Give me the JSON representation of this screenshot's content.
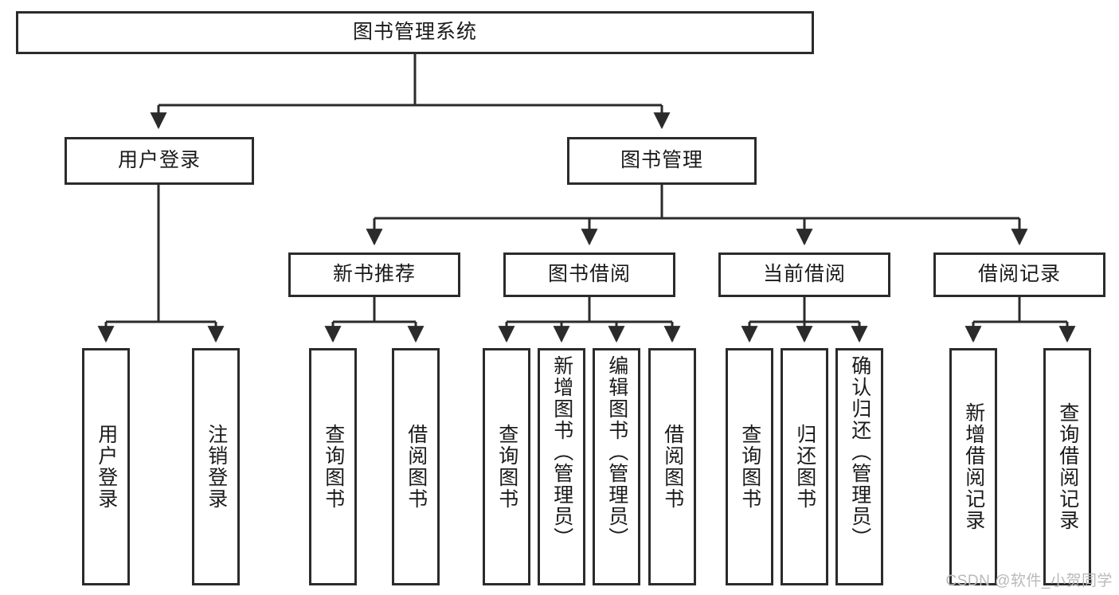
{
  "diagram": {
    "type": "hierarchy-tree",
    "title": "图书管理系统",
    "levels": 4,
    "root": {
      "id": "root",
      "label": "图书管理系统"
    },
    "level2": [
      {
        "id": "user-login",
        "label": "用户登录"
      },
      {
        "id": "book-manage",
        "label": "图书管理"
      }
    ],
    "level3": [
      {
        "id": "new-book-rec",
        "label": "新书推荐",
        "parent": "book-manage"
      },
      {
        "id": "book-borrow",
        "label": "图书借阅",
        "parent": "book-manage"
      },
      {
        "id": "current-borrow",
        "label": "当前借阅",
        "parent": "book-manage"
      },
      {
        "id": "borrow-record",
        "label": "借阅记录",
        "parent": "book-manage"
      }
    ],
    "leaves": [
      {
        "id": "leaf-user-login",
        "label": "用户登录",
        "parent": "user-login",
        "align": "center"
      },
      {
        "id": "leaf-logout",
        "label": "注销登录",
        "parent": "user-login",
        "align": "center"
      },
      {
        "id": "leaf-query-book-1",
        "label": "查询图书",
        "parent": "new-book-rec",
        "align": "center"
      },
      {
        "id": "leaf-borrow-book-1",
        "label": "借阅图书",
        "parent": "new-book-rec",
        "align": "center"
      },
      {
        "id": "leaf-query-book-2",
        "label": "查询图书",
        "parent": "book-borrow",
        "align": "center"
      },
      {
        "id": "leaf-add-book",
        "label": "新增图书（管理员）",
        "parent": "book-borrow",
        "align": "top"
      },
      {
        "id": "leaf-edit-book",
        "label": "编辑图书（管理员）",
        "parent": "book-borrow",
        "align": "top"
      },
      {
        "id": "leaf-borrow-book-2",
        "label": "借阅图书",
        "parent": "book-borrow",
        "align": "center"
      },
      {
        "id": "leaf-query-book-3",
        "label": "查询图书",
        "parent": "current-borrow",
        "align": "center"
      },
      {
        "id": "leaf-return-book",
        "label": "归还图书",
        "parent": "current-borrow",
        "align": "center"
      },
      {
        "id": "leaf-confirm-return",
        "label": "确认归还（管理员）",
        "parent": "current-borrow",
        "align": "top"
      },
      {
        "id": "leaf-add-record",
        "label": "新增借阅记录",
        "parent": "borrow-record",
        "align": "center"
      },
      {
        "id": "leaf-query-record",
        "label": "查询借阅记录",
        "parent": "borrow-record",
        "align": "center"
      }
    ]
  },
  "watermark": {
    "text": "CSDN @软件_小贺同学"
  },
  "colors": {
    "stroke": "#2b2b2b",
    "fill": "#ffffff",
    "text": "#1a1a1a",
    "watermark": "#b9b9b9"
  }
}
